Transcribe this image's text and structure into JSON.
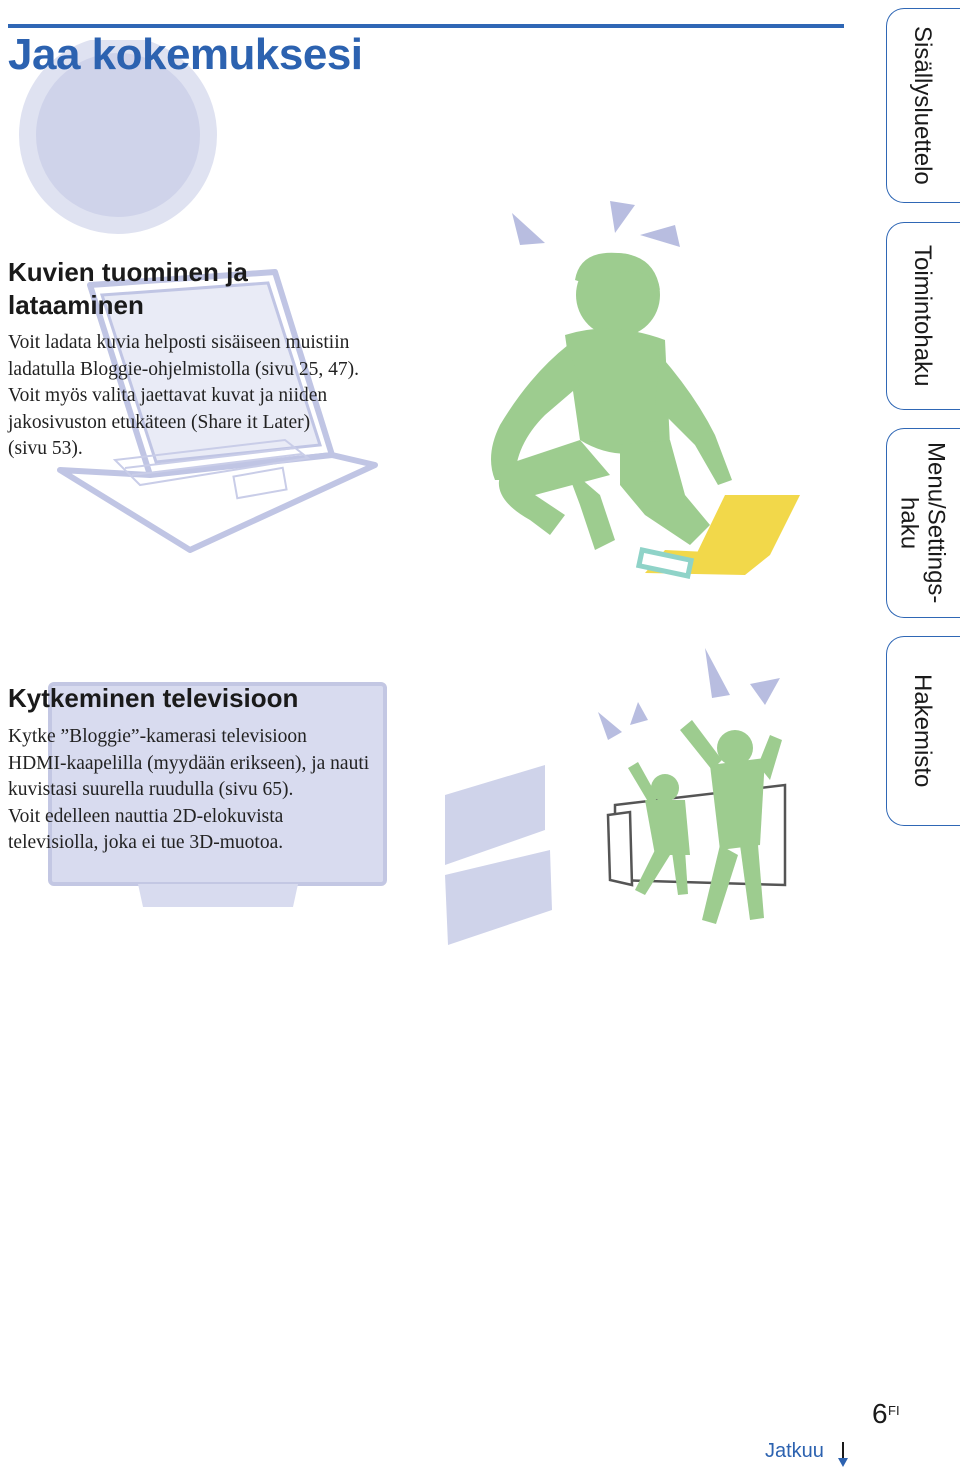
{
  "page": {
    "title": "Jaa kokemuksesi",
    "page_number": "6",
    "page_suffix": "FI",
    "continue_label": "Jatkuu"
  },
  "sections": [
    {
      "heading": "Kuvien tuominen ja lataaminen",
      "heading_lines": [
        "Kuvien tuominen ja",
        "lataaminen"
      ],
      "body_lines": [
        "Voit ladata kuvia helposti sisäiseen muistiin",
        "ladatulla Bloggie-ohjelmistolla (sivu 25, 47).",
        "Voit myös valita jaettavat kuvat ja niiden",
        "jakosivuston etukäteen (Share it Later)",
        "(sivu 53)."
      ]
    },
    {
      "heading": "Kytkeminen televisioon",
      "body_lines": [
        "Kytke ”Bloggie”-kamerasi televisioon",
        "HDMI-kaapelilla (myydään erikseen), ja nauti",
        "kuvistasi suurella ruudulla (sivu 65).",
        "Voit edelleen nauttia 2D-elokuvista",
        "televisiolla, joka ei tue 3D-muotoa."
      ]
    }
  ],
  "side_tabs": [
    {
      "label": "Sisällysluettelo"
    },
    {
      "label": "Toimintohaku"
    },
    {
      "label_lines": [
        "Menu/Settings-",
        "haku"
      ]
    },
    {
      "label": "Hakemisto"
    }
  ],
  "colors": {
    "accent_blue": "#2c62b0",
    "figure_green": "#9dcc8f",
    "laptop_yellow": "#f2d84a",
    "deco_lavender": "#cfd3ea",
    "deco_outline": "#b8bde0"
  },
  "icons": {
    "continue": "arrow-down-icon"
  }
}
